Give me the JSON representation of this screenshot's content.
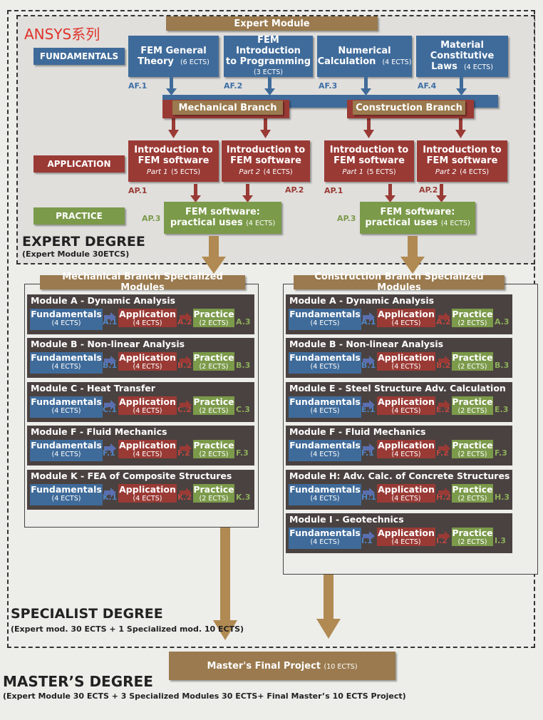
{
  "header": {
    "title": "ANSYS系列",
    "expert_module": "Expert Module"
  },
  "rows": {
    "fundamentals": "FUNDAMENTALS",
    "application": "APPLICATION",
    "practice": "PRACTICE"
  },
  "fundamentals": [
    {
      "line1": "FEM General",
      "line2": "Theory",
      "ects": "(6 ECTS)",
      "code": "AF.1"
    },
    {
      "line1": "FEM Introduction",
      "line2": "to Programming",
      "ects": "(3 ECTS)",
      "code": "AF.2"
    },
    {
      "line1": "Numerical",
      "line2": "Calculation",
      "ects": "(4 ECTS)",
      "code": "AF.3"
    },
    {
      "line1": "Material",
      "line2": "Constitutive",
      "line3": "Laws",
      "ects": "(4 ECTS)",
      "code": "AF.4"
    }
  ],
  "branches": {
    "mechanical": "Mechanical Branch",
    "construction": "Construction Branch"
  },
  "applications": [
    {
      "line1": "Introduction to",
      "line2": "FEM software",
      "part": "Part 1",
      "ects": "(5 ECTS)",
      "code": "AP.1"
    },
    {
      "line1": "Introduction to",
      "line2": "FEM software",
      "part": "Part 2",
      "ects": "(4 ECTS)",
      "code": "AP.2"
    },
    {
      "line1": "Introduction to",
      "line2": "FEM software",
      "part": "Part 1",
      "ects": "(5 ECTS)",
      "code": "AP.1"
    },
    {
      "line1": "Introduction to",
      "line2": "FEM software",
      "part": "Part 2",
      "ects": "(4 ECTS)",
      "code": "AP.2"
    }
  ],
  "practices": [
    {
      "line1": "FEM software:",
      "line2": "practical uses",
      "ects": "(4 ECTS)",
      "code": "AP.3"
    },
    {
      "line1": "FEM software:",
      "line2": "practical uses",
      "ects": "(4 ECTS)",
      "code": "AP.3"
    }
  ],
  "expert_degree": {
    "title": "EXPERT DEGREE",
    "subtitle": "(Expert Module 30ETCS)"
  },
  "mech_panel": {
    "title": "Mechanical Branch Specialized Modules",
    "modules": [
      {
        "name": "Module A - Dynamic Analysis",
        "f": "A.1",
        "a": "A.2",
        "p": "A.3"
      },
      {
        "name": "Module B - Non-linear Analysis",
        "f": "B.1",
        "a": "B.2",
        "p": "B.3"
      },
      {
        "name": "Module C - Heat Transfer",
        "f": "C.1",
        "a": "C.2",
        "p": "C.3"
      },
      {
        "name": "Module F - Fluid Mechanics",
        "f": "F.1",
        "a": "F.2",
        "p": "F.3"
      },
      {
        "name": "Module K - FEA of Composite Structures",
        "f": "K.1",
        "a": "K.2",
        "p": "K.3"
      }
    ]
  },
  "cons_panel": {
    "title": "Construction Branch Specialized Modules",
    "modules": [
      {
        "name": "Module A - Dynamic Analysis",
        "f": "A.1",
        "a": "A.2",
        "p": "A.3"
      },
      {
        "name": "Module B - Non-linear Analysis",
        "f": "B.1",
        "a": "B.2",
        "p": "B.3"
      },
      {
        "name": "Module E -  Steel Structure Adv. Calculation",
        "f": "E.1",
        "a": "E.2",
        "p": "E.3"
      },
      {
        "name": "Module F - Fluid Mechanics",
        "f": "F.1",
        "a": "F.2",
        "p": "F.3"
      },
      {
        "name": "Module H: Adv. Calc. of Concrete Structures",
        "f": "H.1",
        "a": "H.2",
        "p": "H.3"
      },
      {
        "name": "Module I - Geotechnics",
        "f": "I.1",
        "a": "I.2",
        "p": "I.3"
      }
    ]
  },
  "module_labels": {
    "fundamentals": "Fundamentals",
    "fundamentals_ects": "(4 ECTS)",
    "application": "Application",
    "application_ects": "(4 ECTS)",
    "practice": "Practice",
    "practice_ects": "(2 ECTS)"
  },
  "specialist_degree": {
    "title": "SPECIALIST DEGREE",
    "subtitle": "(Expert mod. 30 ECTS + 1 Specialized mod. 10 ECTS)"
  },
  "final_project": {
    "label": "Master's Final Project",
    "ects": "(10 ECTS)"
  },
  "masters_degree": {
    "title": "MASTER’S DEGREE",
    "subtitle": "(Expert Module 30 ECTS + 3 Specialized Modules 30 ECTS+ Final Master’s 10 ECTS Project)"
  },
  "colors": {
    "blue": "#3f6b9a",
    "red": "#9a3a35",
    "green": "#7b9a4a",
    "brown": "#9a7a4e",
    "module_bg": "#4a4240"
  }
}
